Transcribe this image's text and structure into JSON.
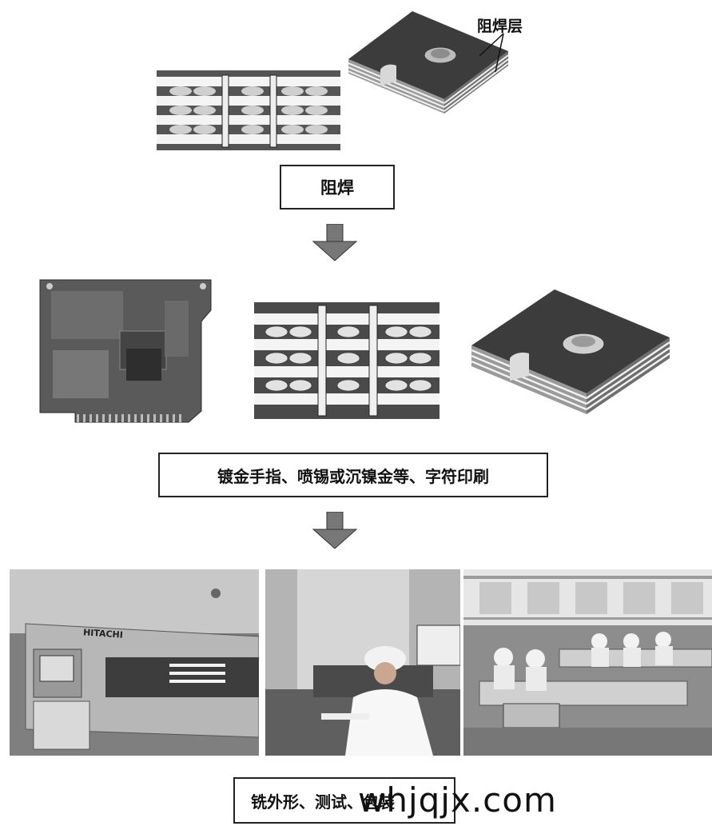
{
  "stage1": {
    "callout_label": "阻焊层",
    "box_label": "阻焊"
  },
  "stage2": {
    "box_label": "镀金手指、喷锡或沉镍金等、字符印刷"
  },
  "stage3": {
    "box_label": "铣外形、测试、包装",
    "machine_brand": "HITACHI"
  },
  "watermark": "whjqjx.com"
}
